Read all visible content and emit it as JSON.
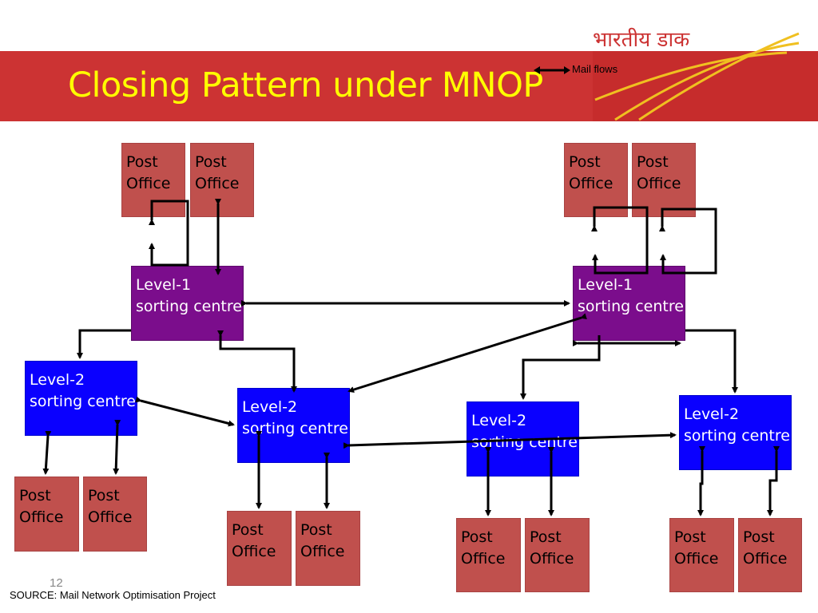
{
  "slide": {
    "title": "Closing Pattern under MNOP",
    "logo_text": "भारतीय डाक",
    "legend_label": "Mail flows",
    "page_number": "12",
    "source": "SOURCE: Mail Network Optimisation Project"
  },
  "nodes": {
    "po_tl1": {
      "line1": "Post",
      "line2": "Office"
    },
    "po_tl2": {
      "line1": "Post",
      "line2": "Office"
    },
    "po_tr1": {
      "line1": "Post",
      "line2": "Office"
    },
    "po_tr2": {
      "line1": "Post",
      "line2": "Office"
    },
    "l1_left": {
      "line1": "Level-1",
      "line2": "sorting centre"
    },
    "l1_right": {
      "line1": "Level-1",
      "line2": "sorting centre"
    },
    "l2_a": {
      "line1": "Level-2",
      "line2": "sorting centre"
    },
    "l2_b": {
      "line1": "Level-2",
      "line2": "sorting centre"
    },
    "l2_c": {
      "line1": "Level-2",
      "line2": "sorting centre"
    },
    "l2_d": {
      "line1": "Level-2",
      "line2": "sorting centre"
    },
    "po_a1": {
      "line1": "Post",
      "line2": "Office"
    },
    "po_a2": {
      "line1": "Post",
      "line2": "Office"
    },
    "po_b1": {
      "line1": "Post",
      "line2": "Office"
    },
    "po_b2": {
      "line1": "Post",
      "line2": "Office"
    },
    "po_c1": {
      "line1": "Post",
      "line2": "Office"
    },
    "po_c2": {
      "line1": "Post",
      "line2": "Office"
    },
    "po_d1": {
      "line1": "Post",
      "line2": "Office"
    },
    "po_d2": {
      "line1": "Post",
      "line2": "Office"
    }
  },
  "colors": {
    "banner": "#cc3333",
    "title": "#ffff00",
    "post_office": "#c0504d",
    "level1": "#7b0d8c",
    "level2": "#0a00ff"
  }
}
